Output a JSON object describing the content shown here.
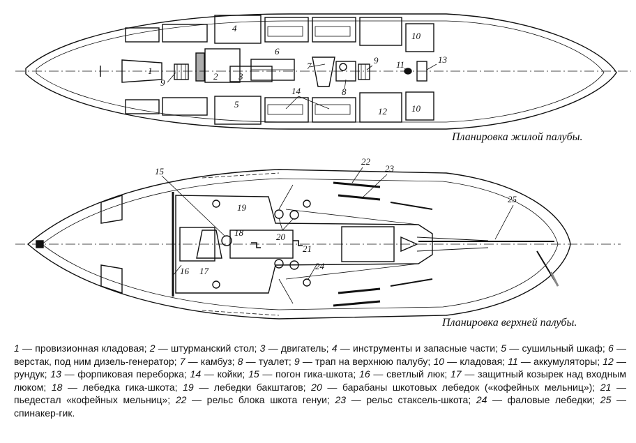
{
  "captions": {
    "living_deck": "Планировка жилой палубы.",
    "upper_deck": "Планировка верхней палубы."
  },
  "labels_living": {
    "l1": "1",
    "l2": "2",
    "l3": "3",
    "l4": "4",
    "l5": "5",
    "l6": "6",
    "l7": "7",
    "l8": "8",
    "l9a": "9",
    "l9b": "9",
    "l10a": "10",
    "l10b": "10",
    "l11": "11",
    "l12": "12",
    "l13": "13",
    "l14": "14"
  },
  "labels_upper": {
    "l15": "15",
    "l16": "16",
    "l17": "17",
    "l18": "18",
    "l19": "19",
    "l20": "20",
    "l21": "21",
    "l22": "22",
    "l23": "23",
    "l24": "24",
    "l25": "25"
  },
  "legend": [
    {
      "n": "1",
      "t": "провизионная кладовая"
    },
    {
      "n": "2",
      "t": "штурманский стол"
    },
    {
      "n": "3",
      "t": "двигатель"
    },
    {
      "n": "4",
      "t": "инструменты и запасные части"
    },
    {
      "n": "5",
      "t": "сушильный шкаф"
    },
    {
      "n": "6",
      "t": "верстак, под ним дизель-генератор"
    },
    {
      "n": "7",
      "t": "камбуз"
    },
    {
      "n": "8",
      "t": "туалет"
    },
    {
      "n": "9",
      "t": "трап на верхнюю палубу"
    },
    {
      "n": "10",
      "t": "кладовая"
    },
    {
      "n": "11",
      "t": "аккумуляторы"
    },
    {
      "n": "12",
      "t": "рундук"
    },
    {
      "n": "13",
      "t": "форпиковая переборка"
    },
    {
      "n": "14",
      "t": "койки"
    },
    {
      "n": "15",
      "t": "погон гика-шкота"
    },
    {
      "n": "16",
      "t": "светлый люк"
    },
    {
      "n": "17",
      "t": "защитный козырек над входным люком"
    },
    {
      "n": "18",
      "t": "лебедка гика-шкота"
    },
    {
      "n": "19",
      "t": "лебедки бакштагов"
    },
    {
      "n": "20",
      "t": "барабаны шкотовых лебедок («кофейных мельниц»)"
    },
    {
      "n": "21",
      "t": "пьедестал «кофейных мельниц»"
    },
    {
      "n": "22",
      "t": "рельс блока шкота генуи"
    },
    {
      "n": "23",
      "t": "рельс стаксель-шкота"
    },
    {
      "n": "24",
      "t": "фаловые лебедки"
    },
    {
      "n": "25",
      "t": "спинакер-гик."
    }
  ]
}
